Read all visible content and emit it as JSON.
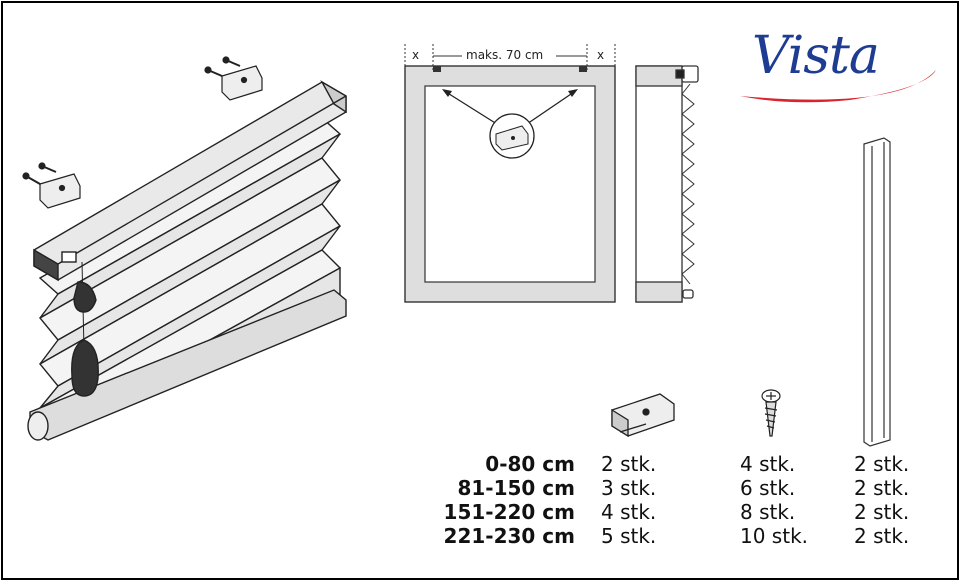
{
  "brand": {
    "logo_text": "Vista",
    "logo_color": "#1f3c93",
    "swoosh_color": "#d9232d"
  },
  "dimensions": {
    "max_width": "maks. 70 cm",
    "left_x": "x",
    "right_x": "x"
  },
  "icons": [
    "bracket-icon",
    "screw-icon",
    "rail-strip-icon"
  ],
  "quantity_table": {
    "rows": [
      {
        "range": "0-80 cm",
        "brackets": "2 stk.",
        "screws": "4 stk.",
        "strips": "2 stk."
      },
      {
        "range": "81-150 cm",
        "brackets": "3 stk.",
        "screws": "6 stk.",
        "strips": "2 stk."
      },
      {
        "range": "151-220 cm",
        "brackets": "4 stk.",
        "screws": "8 stk.",
        "strips": "2 stk."
      },
      {
        "range": "221-230 cm",
        "brackets": "5 stk.",
        "screws": "10 stk.",
        "strips": "2 stk."
      }
    ]
  }
}
